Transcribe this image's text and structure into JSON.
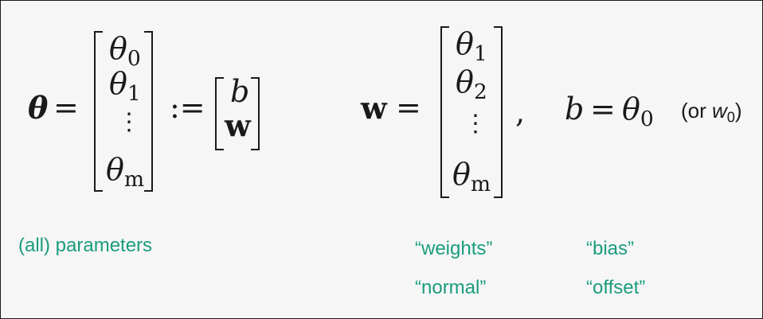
{
  "formula": {
    "theta_symbol": "θ",
    "equals": "=",
    "define": ":=",
    "theta_entries": [
      {
        "base": "θ",
        "sub": "0"
      },
      {
        "base": "θ",
        "sub": "1"
      },
      {
        "base": "⋮",
        "sub": ""
      },
      {
        "base": "θ",
        "sub": "m"
      }
    ],
    "bw_entries": [
      "b",
      "w"
    ],
    "w_symbol": "w",
    "w_entries": [
      {
        "base": "θ",
        "sub": "1"
      },
      {
        "base": "θ",
        "sub": "2"
      },
      {
        "base": "⋮",
        "sub": ""
      },
      {
        "base": "θ",
        "sub": "m"
      }
    ],
    "comma": ",",
    "b_symbol": "b",
    "b_value": {
      "base": "θ",
      "sub": "0"
    },
    "or_text": "(or ",
    "or_var": "w",
    "or_sub": "0",
    "or_close": ")"
  },
  "labels": {
    "params": "(all) parameters",
    "weights": "“weights”",
    "normal": "“normal”",
    "bias": "“bias”",
    "offset": "“offset”"
  }
}
